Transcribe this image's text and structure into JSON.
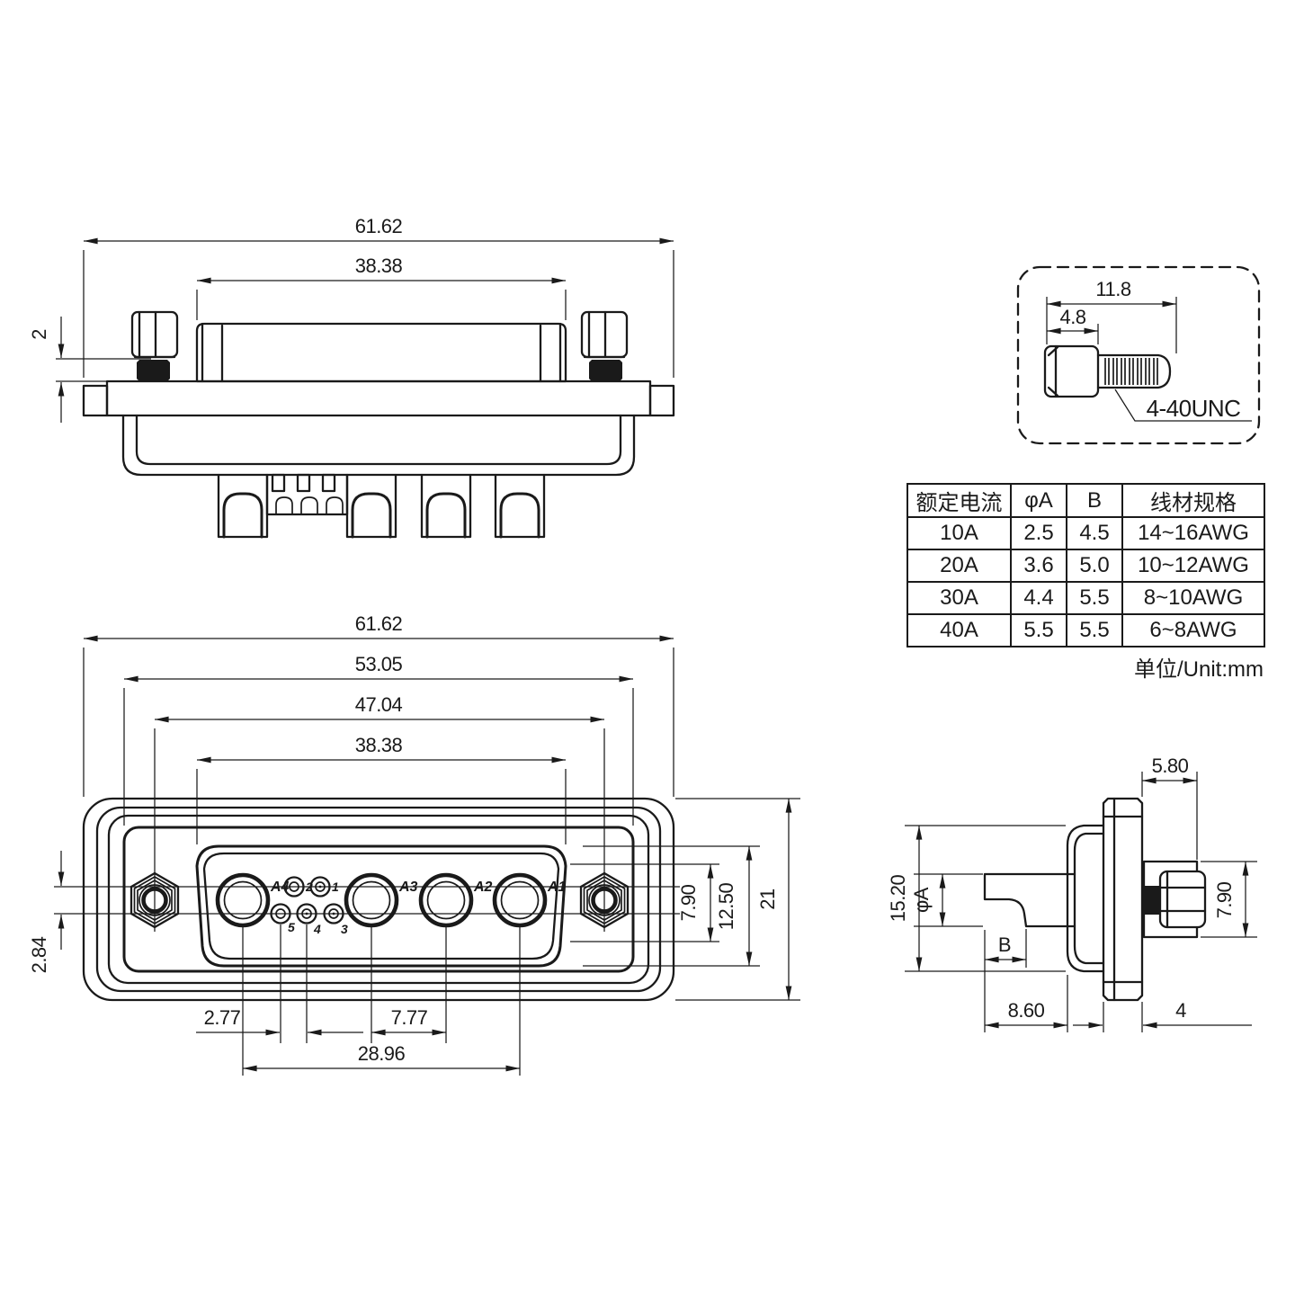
{
  "unit_note": "单位/Unit:mm",
  "views": {
    "top_view": {
      "dims": {
        "overall_width": "61.62",
        "shroud_width": "38.38",
        "standoff_gap": "2"
      }
    },
    "screw_detail": {
      "dims": {
        "screw_length": "11.8",
        "head_length": "4.8"
      },
      "thread_label": "4-40UNC"
    },
    "front_view": {
      "dims": {
        "overall_width": "61.62",
        "body_width": "53.05",
        "mount_span": "47.04",
        "shroud_width": "38.38",
        "row_pitch": "2.84",
        "signal_pitch": "2.77",
        "power_pitch": "7.77",
        "power_span": "28.96",
        "shroud_inner_height": "7.90",
        "shroud_height": "12.50",
        "overall_height": "21"
      },
      "pin_labels": {
        "a4": "A4",
        "p2": "2",
        "p1": "1",
        "a3": "A3",
        "a2": "A2",
        "a1": "A1",
        "p5": "5",
        "p4": "4",
        "p3": "3"
      }
    },
    "side_view": {
      "dims": {
        "bushing_length": "5.80",
        "shell_height": "15.20",
        "pin_diameter": "φA",
        "cup_depth": "B",
        "bushing_height": "7.90",
        "pin_length": "8.60",
        "flange_thickness": "4"
      }
    }
  },
  "spec_table": {
    "headers": [
      "额定电流",
      "φA",
      "B",
      "线材规格"
    ],
    "rows": [
      [
        "10A",
        "2.5",
        "4.5",
        "14~16AWG"
      ],
      [
        "20A",
        "3.6",
        "5.0",
        "10~12AWG"
      ],
      [
        "30A",
        "4.4",
        "5.5",
        "8~10AWG"
      ],
      [
        "40A",
        "5.5",
        "5.5",
        "6~8AWG"
      ]
    ]
  }
}
